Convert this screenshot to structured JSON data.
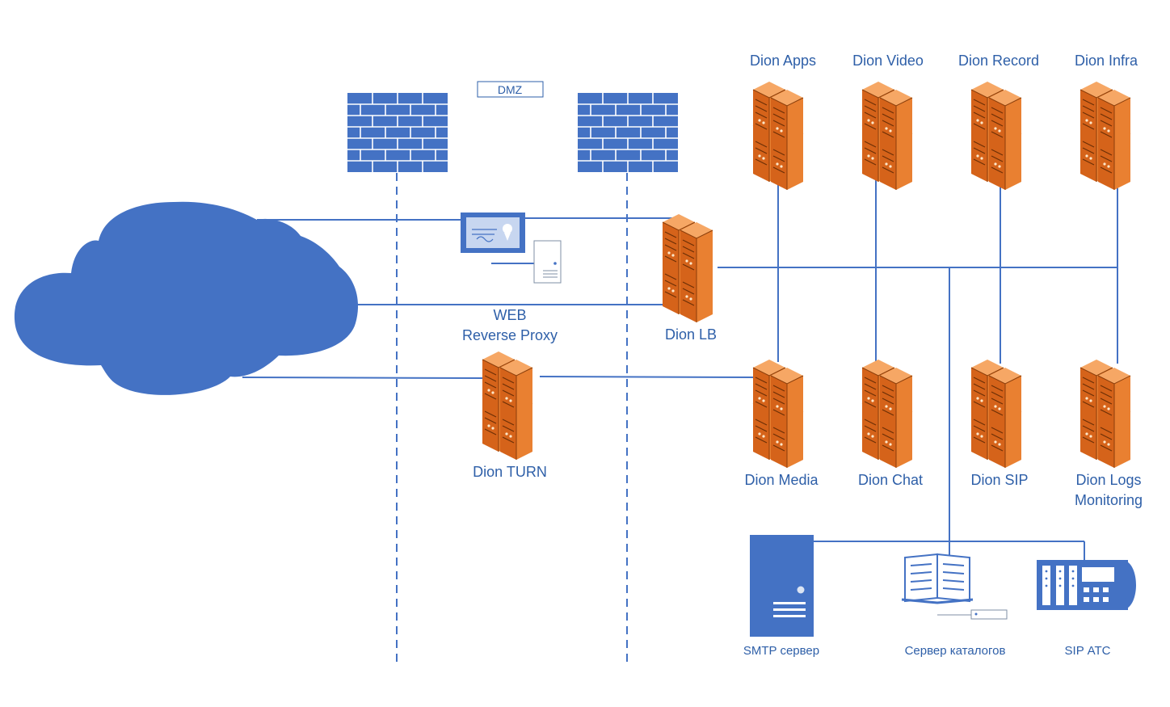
{
  "dmz_label": "DMZ",
  "clusters": {
    "apps": "Dion Apps",
    "video": "Dion Video",
    "record": "Dion Record",
    "infra": "Dion Infra",
    "lb": "Dion LB",
    "turn": "Dion TURN",
    "media": "Dion Media",
    "chat": "Dion Chat",
    "sip": "Dion SIP",
    "logs_line1": "Dion Logs",
    "logs_line2": "Monitoring"
  },
  "proxy": {
    "line1": "WEB",
    "line2": "Reverse Proxy"
  },
  "external": {
    "smtp": "SMTP сервер",
    "catalog": "Сервер каталогов",
    "pbx": "SIP АТС"
  },
  "colors": {
    "primary_blue": "#4472c4",
    "server_orange": "#e06c1c",
    "label_blue": "#2e5fa8"
  },
  "icons": [
    "cloud-icon",
    "firewall-icon",
    "certificate-icon",
    "server-cluster-icon",
    "tower-server-icon",
    "directory-book-icon",
    "pbx-phone-icon"
  ]
}
